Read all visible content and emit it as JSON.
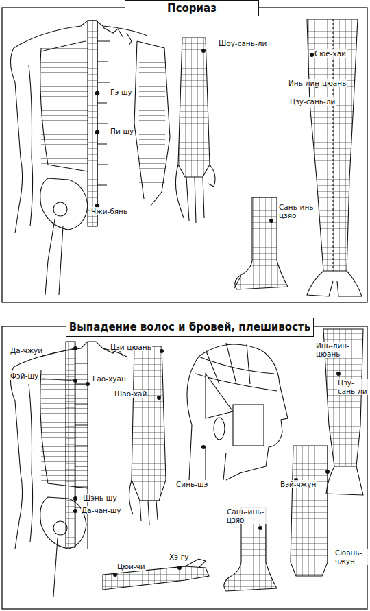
{
  "diagram": {
    "nodes": [
      {
        "text": [
          "Псориаз"
        ]
      },
      {
        "text": [
          "Выпадение волос и бровей, плешивость"
        ]
      }
    ],
    "labels": [
      "Гэ-шу",
      "Пи-шу",
      "Чжи-бянь",
      "Шоу-сань-ли",
      "Сюе-хай",
      "Инь-лин-цюань",
      "Цзу-сань-ли",
      "Сань-инь-цзяо",
      "Да-чжуй",
      "Фэй-шу",
      "Гао-хуан",
      "Шэнь-шу",
      "Да-чан-шу",
      "Цзи-цюань",
      "Шао-хай",
      "Синь-шэ",
      "Вэй-чжун",
      "Сань-инь-цзяо",
      "Инь-лин-цюань",
      "Цзу-сань-ли",
      "Сюань-чжун",
      "Цюй-чи",
      "Хэ-гу"
    ]
  }
}
